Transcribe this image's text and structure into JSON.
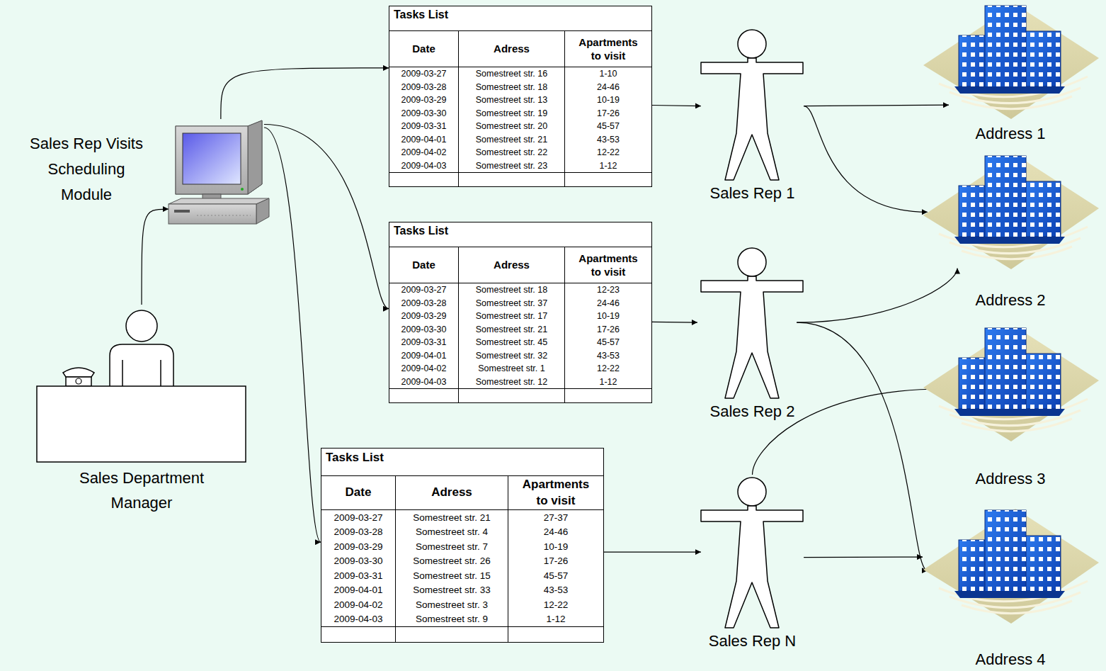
{
  "diagram": {
    "nodes": [
      {
        "text": [
          "Sales Rep Visits Scheduling Module"
        ]
      },
      {
        "text": [
          "Sales Department Manager"
        ]
      },
      {
        "text": [
          "Tasks List",
          "Date",
          "Adress",
          "Apartments to visit",
          "2009-03-27",
          "Somestreet str. 16",
          "1-10",
          "2009-03-28",
          "Somestreet str. 18",
          "24-46",
          "2009-03-29",
          "Somestreet str. 13",
          "10-19",
          "2009-03-30",
          "Somestreet str. 19",
          "17-26",
          "2009-03-31",
          "Somestreet str. 20",
          "45-57",
          "2009-04-01",
          "Somestreet str. 21",
          "43-53",
          "2009-04-02",
          "Somestreet str. 22",
          "12-22",
          "2009-04-03",
          "Somestreet str. 23",
          "1-12"
        ]
      },
      {
        "text": [
          "Tasks List",
          "Date",
          "Adress",
          "Apartments to visit",
          "2009-03-27",
          "Somestreet str. 18",
          "12-23",
          "2009-03-28",
          "Somestreet str. 37",
          "24-46",
          "2009-03-29",
          "Somestreet str. 17",
          "10-19",
          "2009-03-30",
          "Somestreet str. 21",
          "17-26",
          "2009-03-31",
          "Somestreet str. 45",
          "45-57",
          "2009-04-01",
          "Somestreet str. 32",
          "43-53",
          "2009-04-02",
          "Somestreet str. 1",
          "12-22",
          "2009-04-03",
          "Somestreet str. 12",
          "1-12"
        ]
      },
      {
        "text": [
          "Tasks List",
          "Date",
          "Adress",
          "Apartments to visit",
          "2009-03-27",
          "Somestreet str. 21",
          "27-37",
          "2009-03-28",
          "Somestreet str. 4",
          "24-46",
          "2009-03-29",
          "Somestreet str. 7",
          "10-19",
          "2009-03-30",
          "Somestreet str. 26",
          "17-26",
          "2009-03-31",
          "Somestreet str. 15",
          "45-57",
          "2009-04-01",
          "Somestreet str. 33",
          "43-53",
          "2009-04-02",
          "Somestreet str. 3",
          "12-22",
          "2009-04-03",
          "Somestreet str. 9",
          "1-12"
        ]
      },
      {
        "text": [
          "Sales Rep 1"
        ]
      },
      {
        "text": [
          "Sales Rep 2"
        ]
      },
      {
        "text": [
          "Sales Rep N"
        ]
      },
      {
        "text": [
          "Address 1"
        ]
      },
      {
        "text": [
          "Address 2"
        ]
      },
      {
        "text": [
          "Address 3"
        ]
      },
      {
        "text": [
          "Address 4"
        ]
      }
    ],
    "edges": [
      {
        "from": 1,
        "to": 0,
        "arrow": "to"
      },
      {
        "from": 0,
        "to": 2,
        "arrow": "to"
      },
      {
        "from": 0,
        "to": 3,
        "arrow": "to"
      },
      {
        "from": 0,
        "to": 4,
        "arrow": "to"
      },
      {
        "from": 2,
        "to": 5,
        "arrow": "to"
      },
      {
        "from": 3,
        "to": 6,
        "arrow": "to"
      },
      {
        "from": 4,
        "to": 7,
        "arrow": "to"
      },
      {
        "from": 5,
        "to": 8,
        "arrow": "to"
      },
      {
        "from": 5,
        "to": 9,
        "arrow": "to"
      },
      {
        "from": 6,
        "to": 9,
        "arrow": "to"
      },
      {
        "from": 6,
        "to": 11,
        "arrow": "to"
      },
      {
        "from": 7,
        "to": 10,
        "arrow": "to"
      },
      {
        "from": 7,
        "to": 11,
        "arrow": "to"
      }
    ]
  }
}
